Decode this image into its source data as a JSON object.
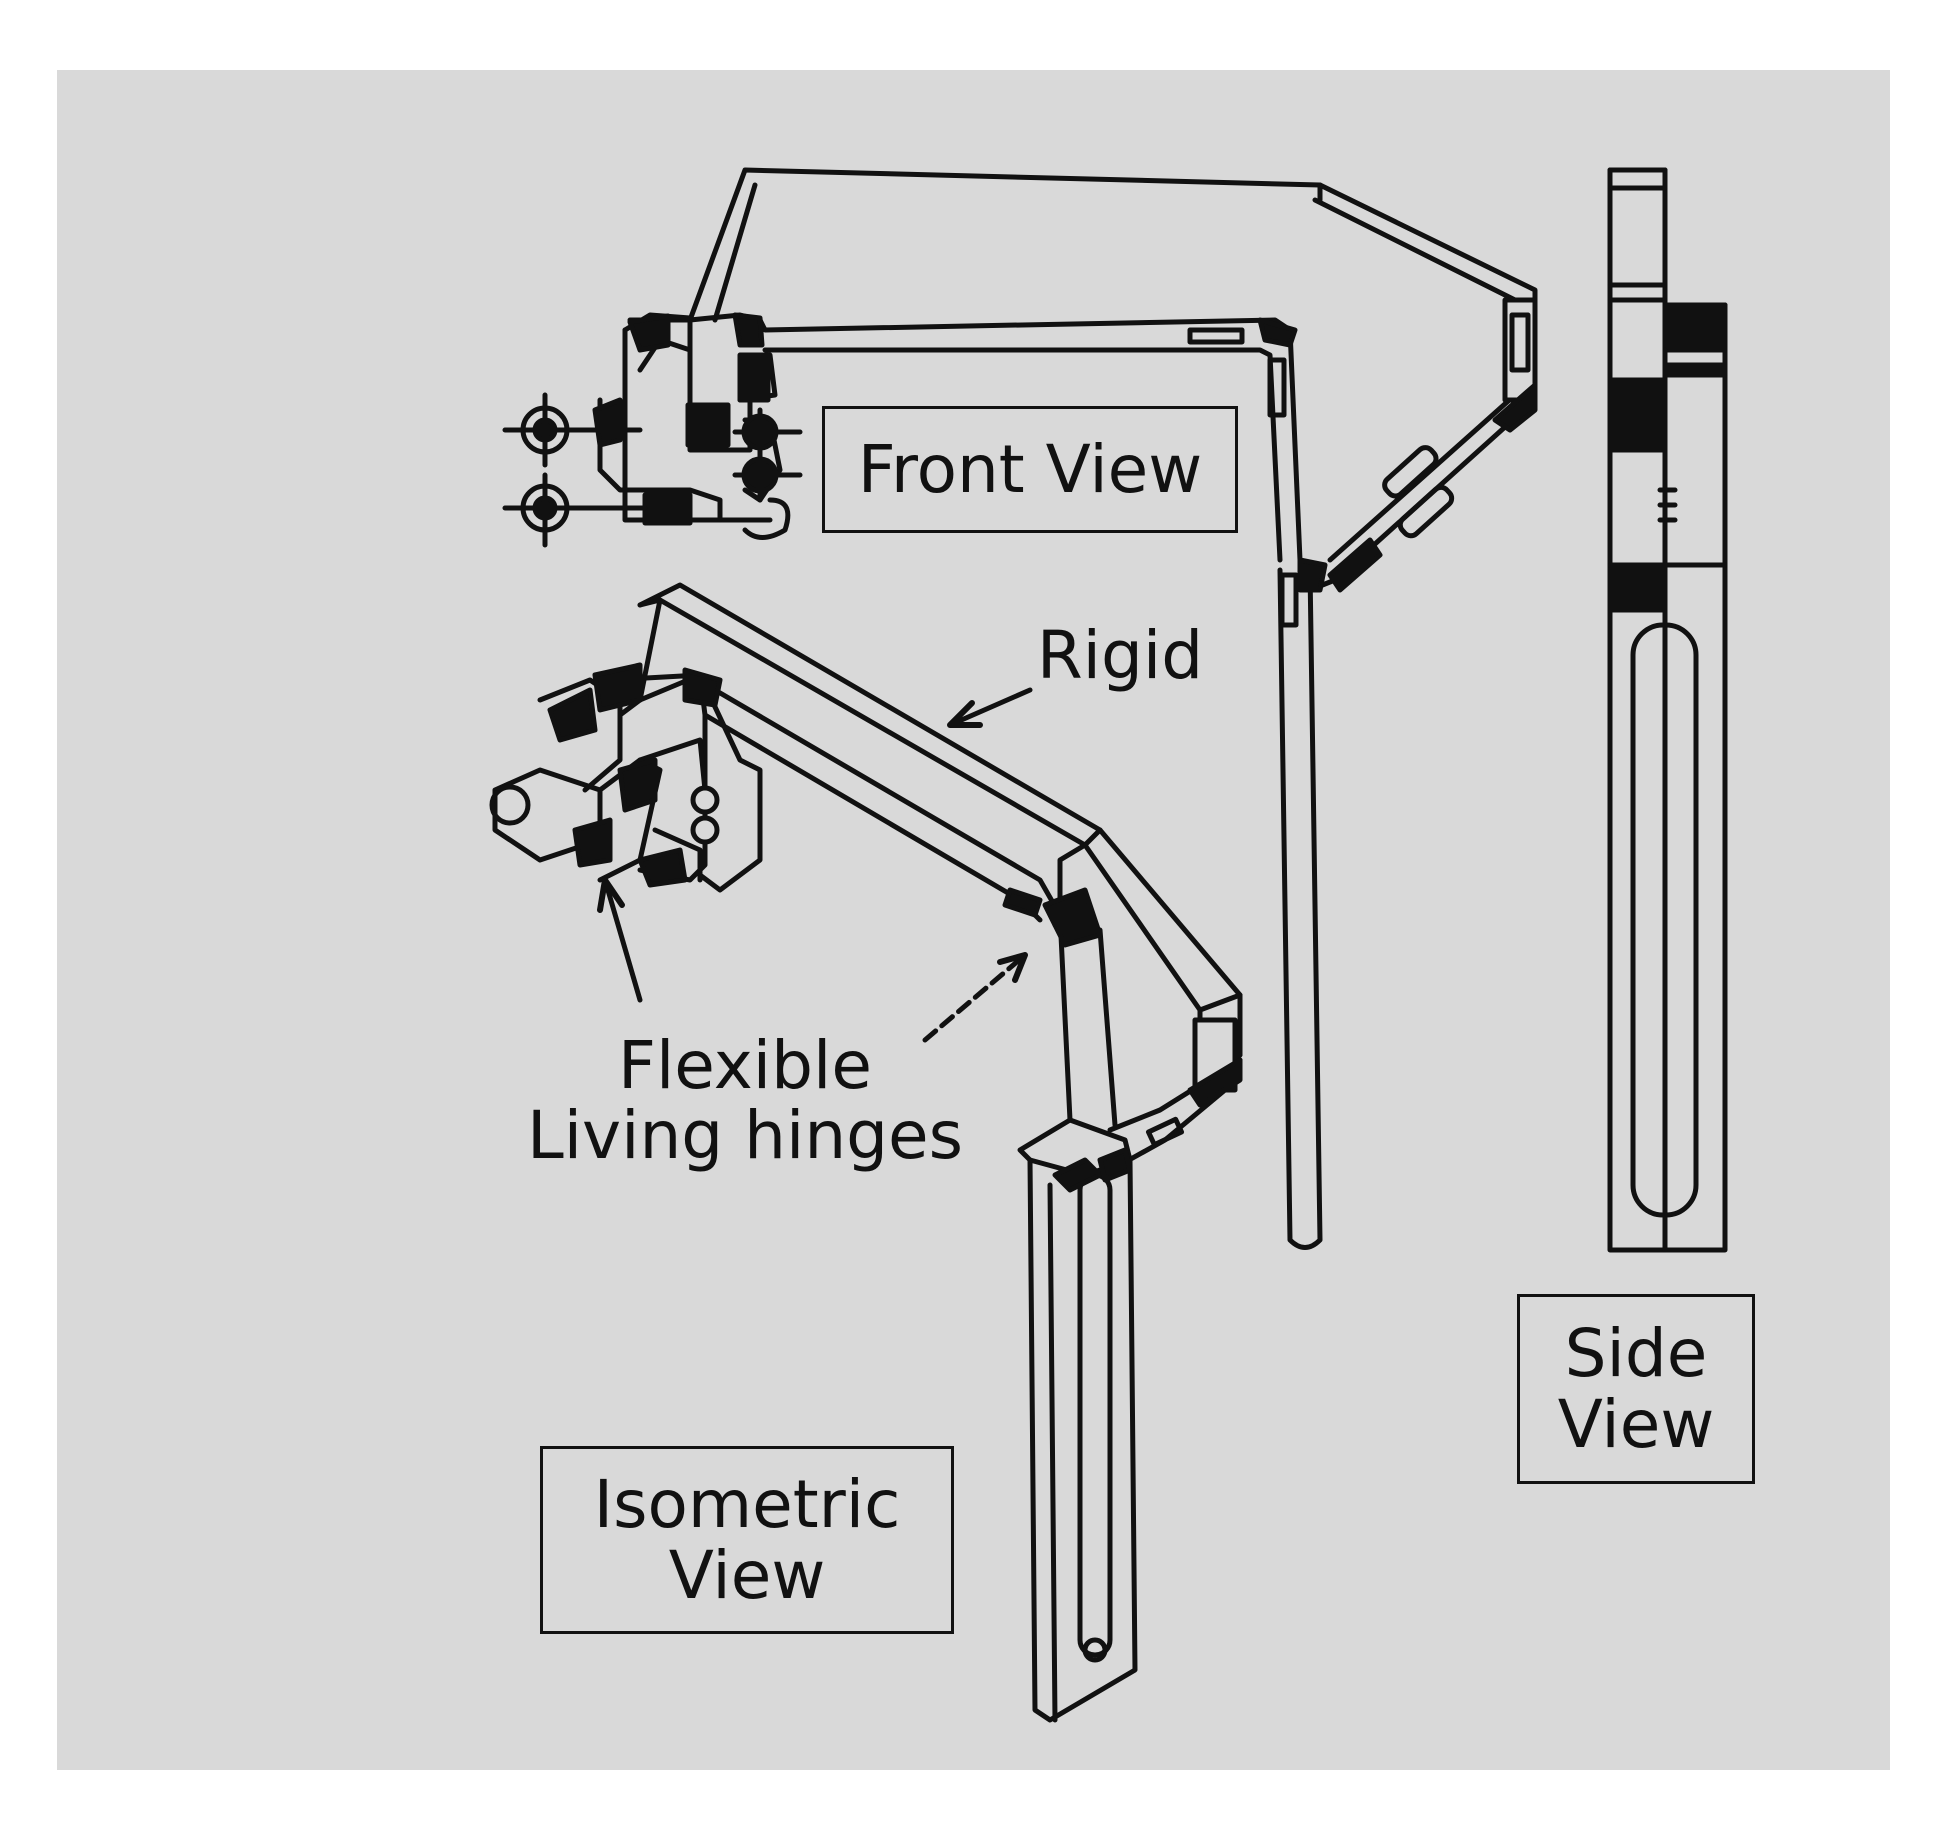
{
  "labels": {
    "front_view": "Front View",
    "side_view": [
      "Side",
      "View"
    ],
    "isometric_view": [
      "Isometric",
      "View"
    ],
    "rigid": "Rigid",
    "flexible": [
      "Flexible",
      "Living hinges"
    ]
  },
  "colors": {
    "background": "#d9d9d9",
    "line": "#111111",
    "hinge": "#111111",
    "part_fill": "#d9d9d9"
  }
}
